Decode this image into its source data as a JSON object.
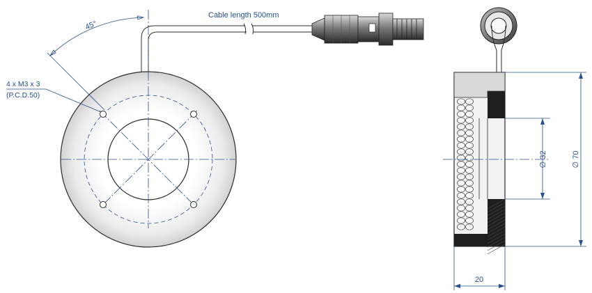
{
  "labels": {
    "cable": "Cable length 500mm",
    "angle": "45°",
    "holes_line1": "4 x M3 x 3",
    "holes_line2": "(P.C.D.50)",
    "dia_inner": "32",
    "dia_outer": "70",
    "width": "20",
    "diameter_symbol": "∅"
  },
  "colors": {
    "dimension": "#2a4f8f",
    "outline": "#2b2b2b",
    "body_fill": "#1f1f1f",
    "ring_fill": "#e9e9e9"
  }
}
